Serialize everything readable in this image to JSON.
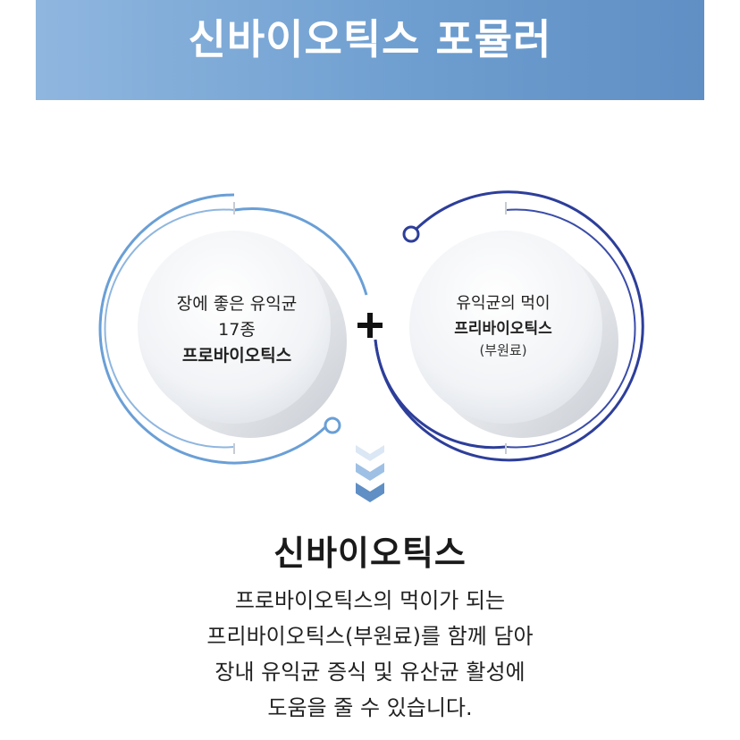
{
  "banner": {
    "title": "신바이오틱스 포뮬러",
    "gradient_start": "#8fb6df",
    "gradient_end": "#5f8fc4"
  },
  "left_circle": {
    "line1": "장에 좋은 유익균",
    "line2": "17종",
    "line3": "프로바이오틱스",
    "ring_color": "#6a9fd6"
  },
  "right_circle": {
    "line1": "유익균의 먹이",
    "line2": "프리바이오틱스",
    "line3": "(부원료)",
    "ring_color": "#2d3e9a"
  },
  "plus_icon": "plus-icon",
  "arrows_icon": "chevron-down-triple-icon",
  "section": {
    "title": "신바이오틱스",
    "description": [
      "프로바이오틱스의 먹이가 되는",
      "프리바이오틱스(부원료)를 함께 담아",
      "장내 유익균 증식 및 유산균 활성에",
      "도움을 줄 수 있습니다."
    ]
  }
}
